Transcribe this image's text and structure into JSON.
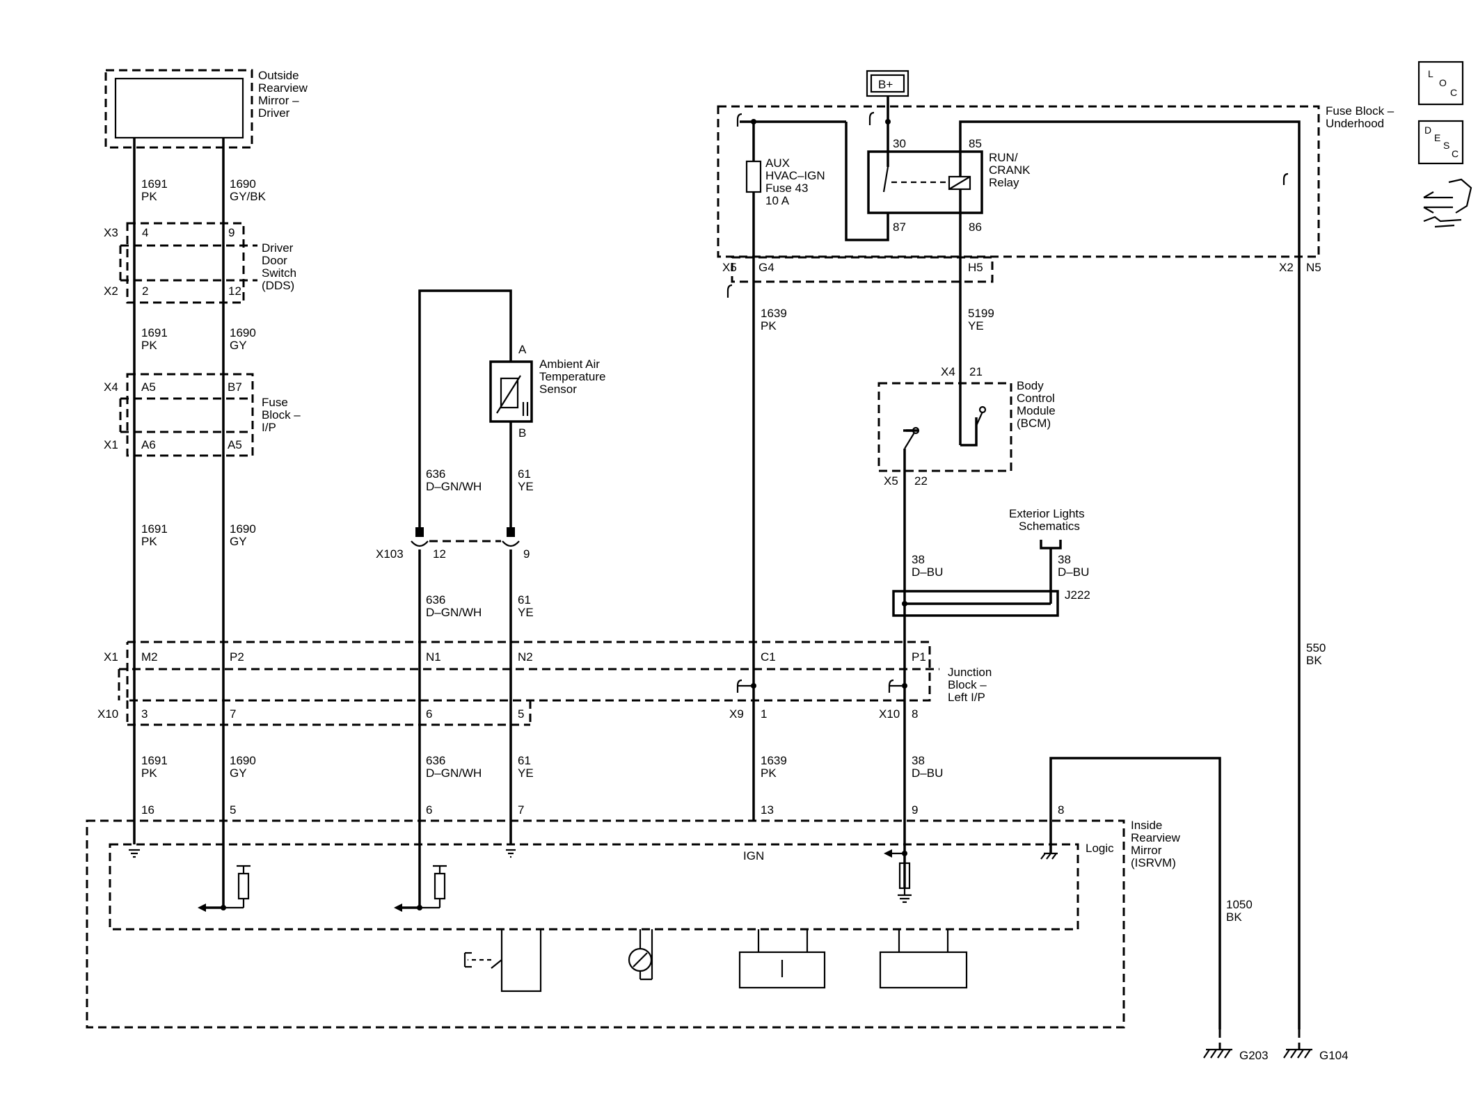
{
  "components": {
    "osrvm": {
      "name_lines": [
        "Outside",
        "Rearview",
        "Mirror –",
        "Driver"
      ]
    },
    "dds": {
      "name_lines": [
        "Driver",
        "Door",
        "Switch",
        "(DDS)"
      ],
      "top_conn": "X3",
      "bot_conn": "X2",
      "pins_top": [
        "4",
        "9"
      ],
      "pins_bot": [
        "2",
        "12"
      ]
    },
    "fuse_ip": {
      "name_lines": [
        "Fuse",
        "Block –",
        "I/P"
      ],
      "top_conn": "X4",
      "bot_conn": "X1",
      "pins_top": [
        "A5",
        "B7"
      ],
      "pins_bot": [
        "A6",
        "A5"
      ]
    },
    "aat": {
      "name_lines": [
        "Ambient Air",
        "Temperature",
        "Sensor"
      ],
      "pin_a": "A",
      "pin_b": "B"
    },
    "underhood": {
      "name_lines": [
        "Fuse Block –",
        "Underhood"
      ],
      "fuse_lines": [
        "AUX",
        "HVAC–IGN",
        "Fuse 43",
        "10 A"
      ],
      "relay_lines": [
        "RUN/",
        "CRANK",
        "Relay"
      ],
      "relay_pins": [
        "30",
        "85",
        "87",
        "86"
      ],
      "bplus": "B+",
      "conn_x5": "X5",
      "pin_g4": "G4",
      "pin_h5": "H5",
      "conn_x2": "X2",
      "pin_n5": "N5"
    },
    "bcm": {
      "name_lines": [
        "Body",
        "Control",
        "Module",
        "(BCM)"
      ],
      "top_conn": "X4",
      "top_pin": "21",
      "bot_conn": "X5",
      "bot_pin": "22"
    },
    "x103": {
      "conn": "X103",
      "pins": [
        "12",
        "9"
      ]
    },
    "ext_lights": {
      "lines": [
        "Exterior Lights",
        "Schematics"
      ]
    },
    "splice": "J222",
    "junction": {
      "name_lines": [
        "Junction",
        "Block –",
        "Left I/P"
      ],
      "top_conn": "X1",
      "pins_top": [
        "M2",
        "P2",
        "N1",
        "N2",
        "C1",
        "P1"
      ],
      "bot_conn_left": "X10",
      "pins_bot_left": [
        "3",
        "7",
        "6",
        "5"
      ],
      "conn_x9": "X9",
      "pin_x9": "1",
      "conn_x10b": "X10",
      "pin_x10b": "8"
    },
    "isrvm": {
      "name_lines": [
        "Inside",
        "Rearview",
        "Mirror",
        "(ISRVM)"
      ],
      "logic": "Logic",
      "ign": "IGN",
      "pins": [
        "16",
        "5",
        "6",
        "7",
        "13",
        "9",
        "8"
      ]
    }
  },
  "wires": {
    "w1691_pk": [
      "1691",
      "PK"
    ],
    "w1690_gybk": [
      "1690",
      "GY/BK"
    ],
    "w1691_pk_b": [
      "1691",
      "PK"
    ],
    "w1690_gy_b": [
      "1690",
      "GY"
    ],
    "w1691_pk_c": [
      "1691",
      "PK"
    ],
    "w1690_gy_c": [
      "1690",
      "GY"
    ],
    "w1691_pk_d": [
      "1691",
      "PK"
    ],
    "w1690_gy_d": [
      "1690",
      "GY"
    ],
    "w636_a": [
      "636",
      "D–GN/WH"
    ],
    "w61_a": [
      "61",
      "YE"
    ],
    "w636_b": [
      "636",
      "D–GN/WH"
    ],
    "w61_b": [
      "61",
      "YE"
    ],
    "w636_c": [
      "636",
      "D–GN/WH"
    ],
    "w61_c": [
      "61",
      "YE"
    ],
    "w1639_a": [
      "1639",
      "PK"
    ],
    "w1639_b": [
      "1639",
      "PK"
    ],
    "w5199": [
      "5199",
      "YE"
    ],
    "w38_a": [
      "38",
      "D–BU"
    ],
    "w38_ext": [
      "38",
      "D–BU"
    ],
    "w38_b": [
      "38",
      "D–BU"
    ],
    "w550": [
      "550",
      "BK"
    ],
    "w1050": [
      "1050",
      "BK"
    ]
  },
  "grounds": [
    "G203",
    "G104"
  ],
  "side_icons": [
    "LOC",
    "DESC",
    "connector-icon"
  ]
}
